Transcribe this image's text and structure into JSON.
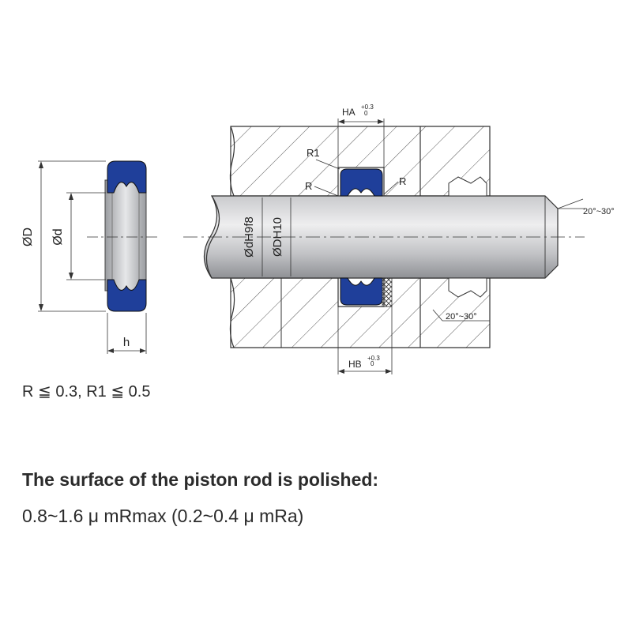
{
  "labels": {
    "seal_outer_diameter": "ØD",
    "seal_inner_diameter": "Ød",
    "seal_height": "h",
    "groove_width_a": "HA",
    "groove_width_a_tol": "+0.3",
    "groove_width_a_tol_low": "0",
    "groove_width_b": "HB",
    "groove_width_b_tol": "+0.3",
    "groove_width_b_tol_low": "0",
    "radius_r1": "R1",
    "radius_r_left": "R",
    "radius_r_right": "R",
    "rod_fit": "ØdH9f8",
    "housing_fit": "ØDH10",
    "chamfer_angle_top": "20°~30°",
    "chamfer_angle_bottom": "20°~30°"
  },
  "notes": {
    "radius_note": "R ≦ 0.3, R1 ≦ 0.5",
    "surface_heading": "The surface of the piston rod is polished:",
    "surface_values": "0.8~1.6 μ mRmax (0.2~0.4 μ mRa)"
  },
  "colors": {
    "seal": "#1f3f9a",
    "rod_light": "#e8e9eb",
    "rod_dark": "#9a9ca0",
    "hatch": "#555555",
    "line": "#333333"
  }
}
